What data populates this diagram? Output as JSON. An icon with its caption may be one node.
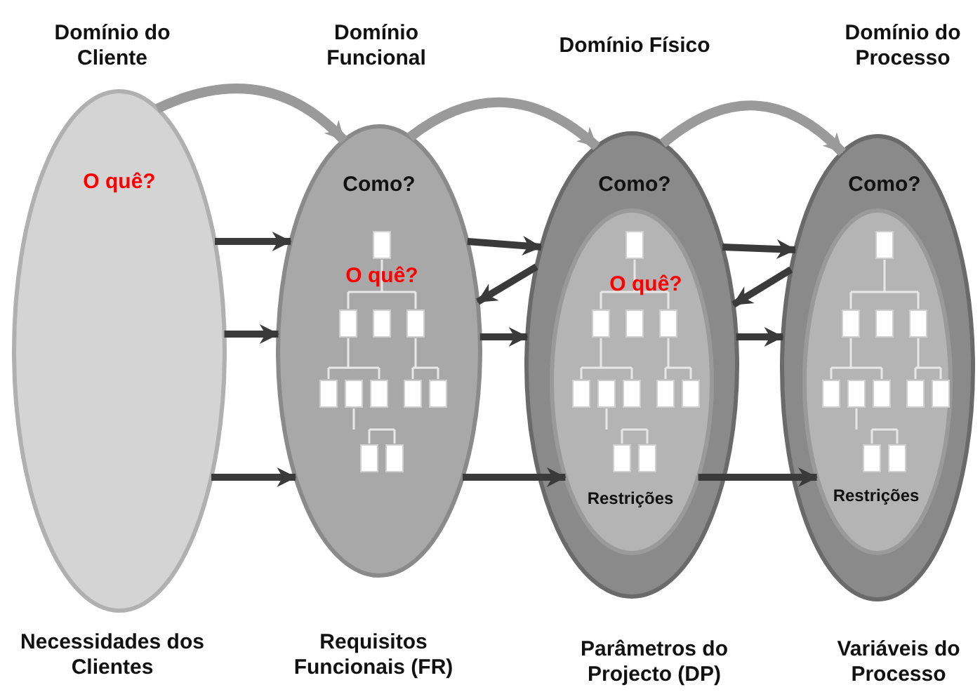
{
  "diagram": {
    "nodes": [
      {
        "text": [
          "Domínio do Cliente",
          "O quê?"
        ],
        "beside": [
          "Necessidades dos Clientes"
        ]
      },
      {
        "text": [
          "Domínio Funcional",
          "Como?",
          "O quê?"
        ],
        "beside": [
          "Requisitos Funcionais (FR)"
        ]
      },
      {
        "text": [
          "Domínio Físico",
          "Como?"
        ],
        "beside": [
          "Parâmetros do Projecto (DP)"
        ]
      },
      {
        "text": [
          "O quê?",
          "Restrições"
        ],
        "in": 2
      },
      {
        "text": [
          "Domínio do Processo",
          "Como?"
        ],
        "beside": [
          "Variáveis do Processo"
        ]
      },
      {
        "text": [
          "Restrições"
        ],
        "in": 4
      }
    ],
    "edges": [
      {
        "from": 0,
        "to": 1,
        "arrow": "to",
        "color": "#9a9a9a"
      },
      {
        "from": 1,
        "to": 2,
        "arrow": "to",
        "color": "#9a9a9a"
      },
      {
        "from": 2,
        "to": 4,
        "arrow": "to",
        "color": "#9a9a9a"
      },
      {
        "from": 0,
        "to": 1,
        "arrow": "to"
      },
      {
        "from": 0,
        "to": 1,
        "arrow": "to"
      },
      {
        "from": 0,
        "to": 1,
        "arrow": "to"
      },
      {
        "from": 1,
        "to": 2,
        "arrow": "to"
      },
      {
        "from": 2,
        "to": 1,
        "arrow": "to"
      },
      {
        "from": 1,
        "to": 2,
        "arrow": "to"
      },
      {
        "from": 1,
        "to": 3,
        "arrow": "to"
      },
      {
        "from": 2,
        "to": 4,
        "arrow": "to"
      },
      {
        "from": 4,
        "to": 2,
        "arrow": "to"
      },
      {
        "from": 2,
        "to": 4,
        "arrow": "to"
      },
      {
        "from": 3,
        "to": 5,
        "arrow": "to"
      }
    ]
  }
}
